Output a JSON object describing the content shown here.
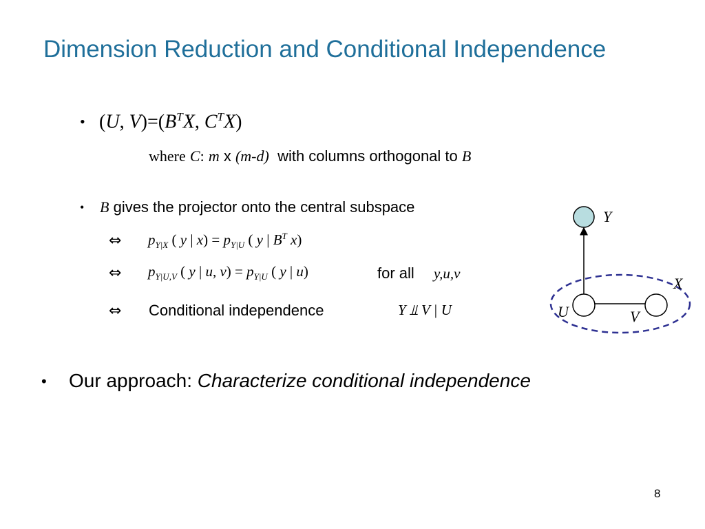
{
  "slide": {
    "title": "Dimension Reduction and Conditional Independence",
    "page_number": "8"
  },
  "bullet1": {
    "marker": "•",
    "formula": "(U, V)=(BTX, CTX)",
    "where_word": "where",
    "where_c": "C",
    "where_colon": ":",
    "where_m": "m",
    "where_x": "x",
    "where_paren": "(m-d)",
    "where_text": "with columns orthogonal to",
    "where_b": "B"
  },
  "bullet2": {
    "marker": "•",
    "b_symbol": "B",
    "text": "gives the projector onto the central subspace",
    "equiv_symbol": "⇔",
    "eq1": "p_{Y|X}(y|x) = p_{Y|U}(y|B^T x)",
    "eq2": "p_{Y|U,V}(y|u,v) = p_{Y|U}(y|u)",
    "eq2_suffix": "for all",
    "eq2_vars": "y,u,v",
    "ci_label": "Conditional independence",
    "ci_formula": "Y ⫫ V | U"
  },
  "bullet3": {
    "marker": "•",
    "prefix": "Our approach:",
    "emphasis": "Characterize conditional independence"
  },
  "graph": {
    "node_y": "Y",
    "node_u": "U",
    "node_v": "V",
    "group_x": "X",
    "colors": {
      "y_fill": "#b8dde0",
      "group_dash": "#2e3192",
      "edge": "#000000"
    }
  }
}
